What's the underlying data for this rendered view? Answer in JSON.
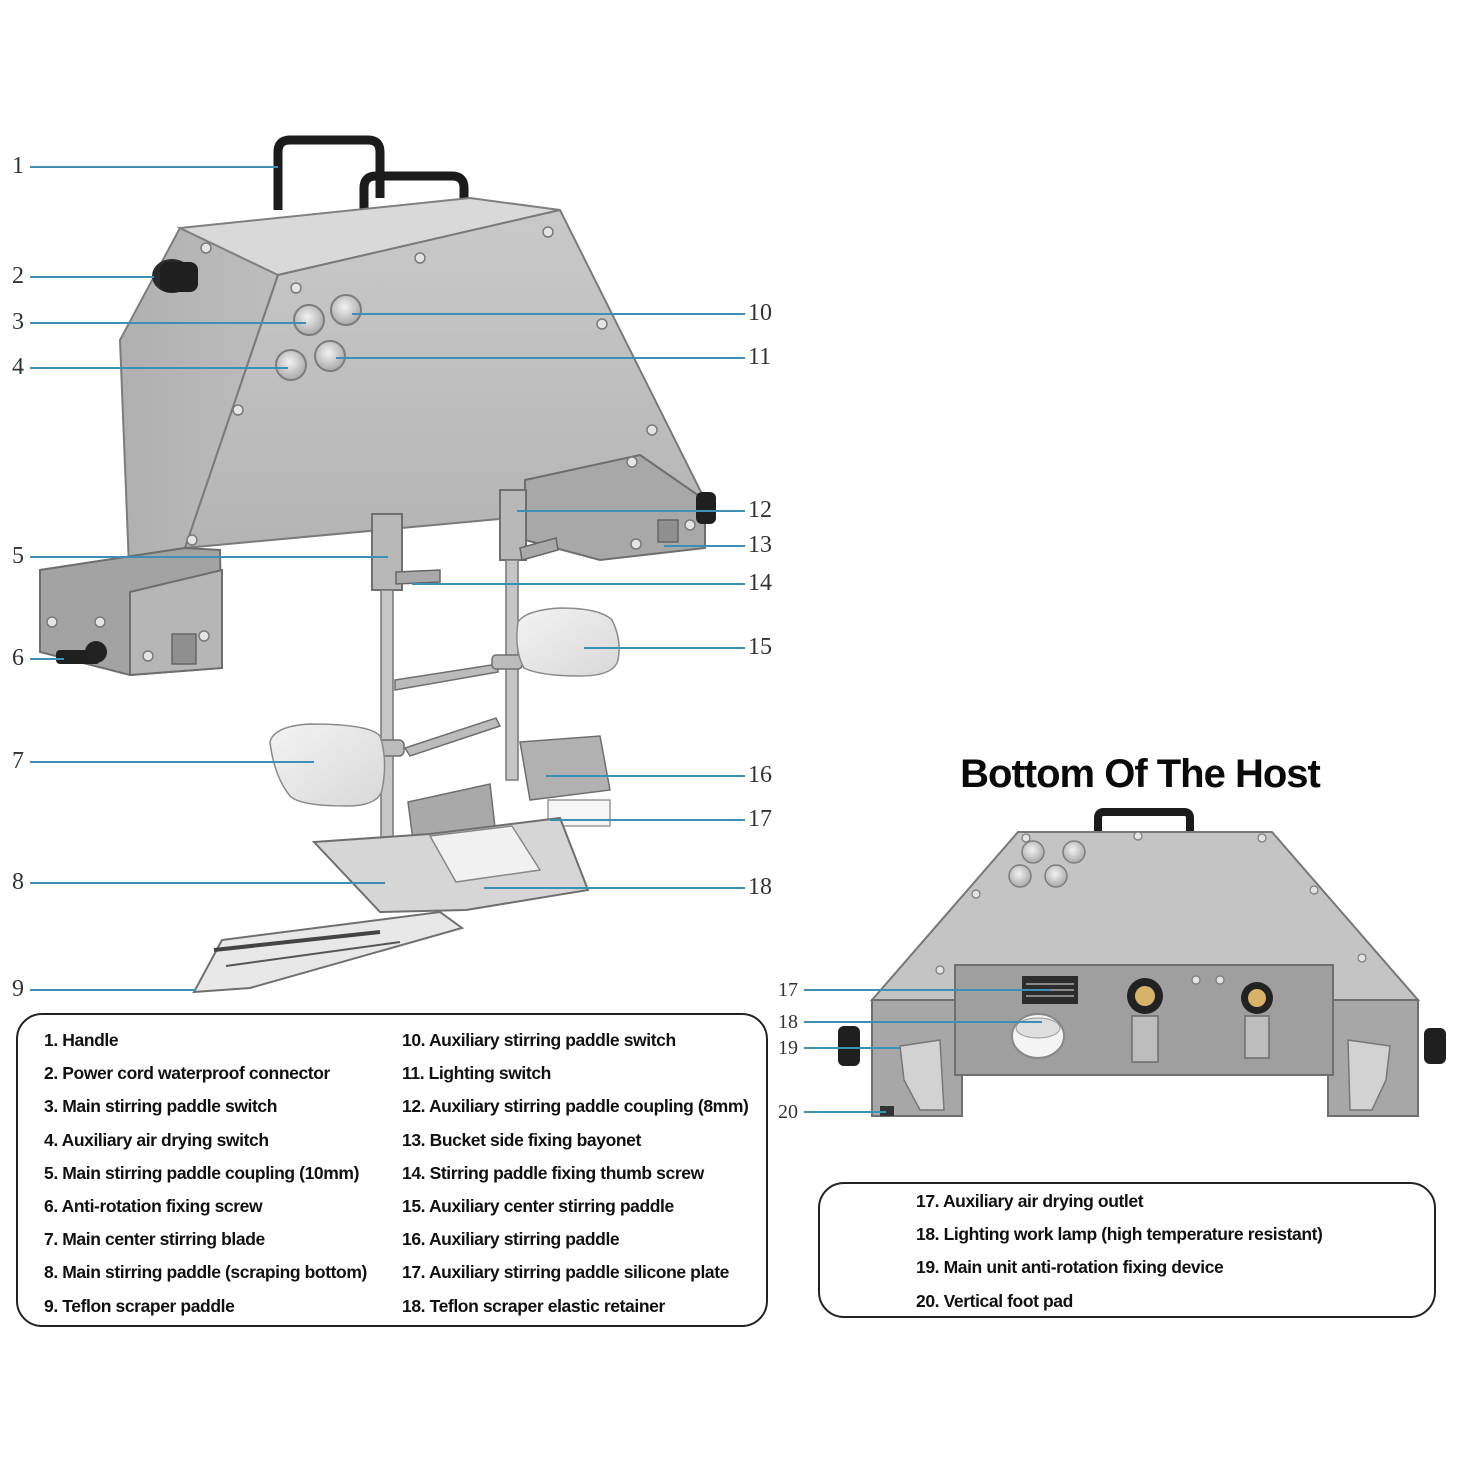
{
  "title": "Bottom Of The Host",
  "main_callouts": [
    "1",
    "2",
    "3",
    "4",
    "5",
    "6",
    "7",
    "8",
    "9",
    "10",
    "11",
    "12",
    "13",
    "14",
    "15",
    "16",
    "17",
    "18"
  ],
  "host_callouts": [
    "17",
    "18",
    "19",
    "20"
  ],
  "legend_main": {
    "col1": [
      "1. Handle",
      "2. Power cord waterproof connector",
      "3. Main stirring paddle switch",
      "4. Auxiliary air drying switch",
      "5. Main stirring paddle coupling (10mm)",
      "6. Anti-rotation fixing screw",
      "7. Main center stirring blade",
      "8. Main stirring paddle (scraping bottom)",
      "9. Teflon scraper paddle"
    ],
    "col2": [
      "10. Auxiliary stirring paddle switch",
      "11. Lighting switch",
      "12. Auxiliary stirring paddle coupling (8mm)",
      "13. Bucket side fixing bayonet",
      "14. Stirring paddle fixing thumb screw",
      "15. Auxiliary center stirring paddle",
      "16. Auxiliary stirring paddle",
      "17. Auxiliary stirring paddle silicone plate",
      "18. Teflon scraper elastic retainer"
    ]
  },
  "legend_host": [
    "17. Auxiliary air drying outlet",
    "18. Lighting work lamp (high temperature resistant)",
    "19. Main unit anti-rotation fixing device",
    "20. Vertical foot pad"
  ]
}
